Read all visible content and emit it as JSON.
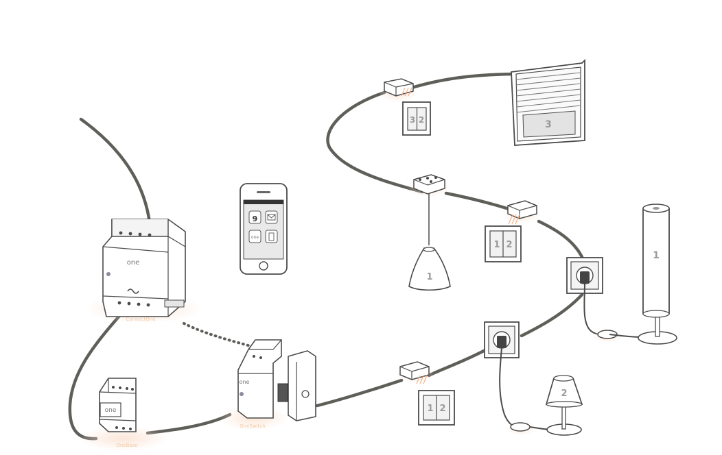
{
  "brand": "one",
  "phone": {
    "app_icon_number": "9",
    "app_logo": "one"
  },
  "switches": [
    {
      "left": "3",
      "right": "2"
    },
    {
      "left": "1",
      "right": "2"
    },
    {
      "left": "1",
      "right": "2"
    }
  ],
  "shutter_label": "3",
  "pendant_label": "1",
  "floor_lamp_label": "1",
  "table_lamp_label": "2",
  "halo_labels": {
    "main_module": "ConnectOne",
    "small_module": "OneBase",
    "switch_module": "OneSwitch"
  },
  "colors": {
    "cable": "#5f5f5a",
    "outline": "#4a4a4a",
    "glow": "#f4b38c"
  }
}
